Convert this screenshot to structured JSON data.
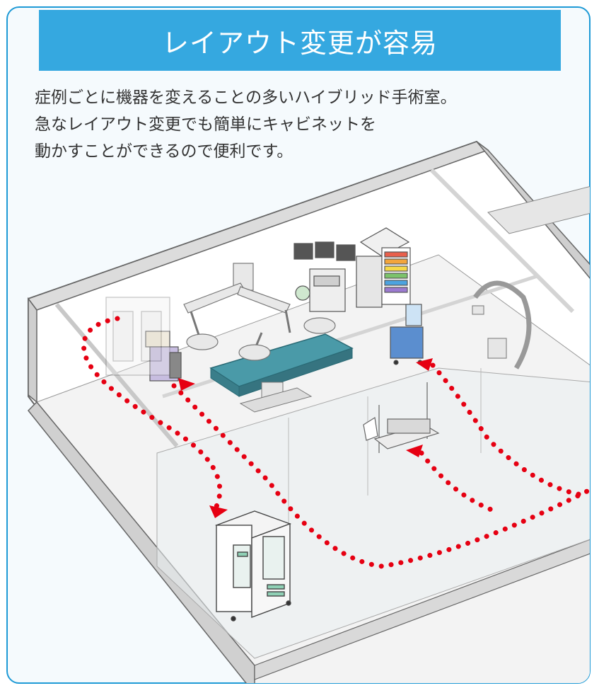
{
  "title": "レイアウト変更が容易",
  "description": [
    "症例ごとに機器を変えることの多いハイブリッド手術室。",
    "急なレイアウト変更でも簡単にキャビネットを",
    "動かすことができるので便利です。"
  ],
  "colors": {
    "frame": "#1e9ad6",
    "title_bg": "#35a8e0",
    "arrow": "#e60012",
    "table": "#4a9aa8"
  }
}
